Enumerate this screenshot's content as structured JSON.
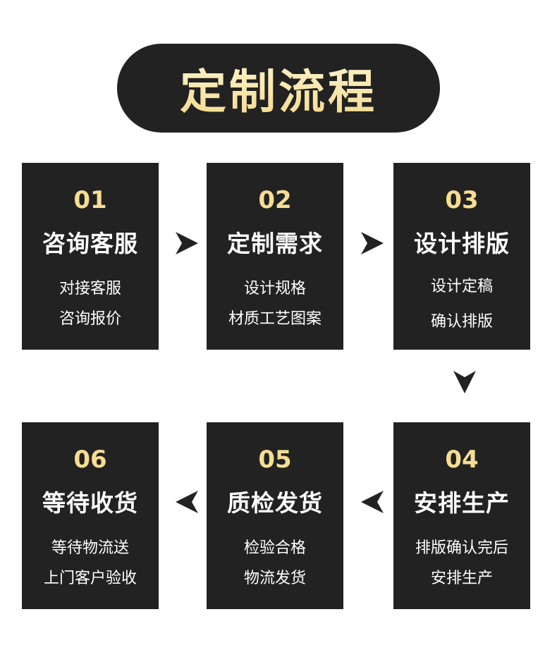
{
  "title": "定制流程",
  "steps": [
    {
      "num": "01",
      "name": "咨询客服",
      "line1": "对接客服",
      "line2": "咨询报价"
    },
    {
      "num": "02",
      "name": "定制需求",
      "line1": "设计规格",
      "line2": "材质工艺图案"
    },
    {
      "num": "03",
      "name": "设计排版",
      "line1": "设计定稿",
      "line2": "确认排版"
    },
    {
      "num": "04",
      "name": "安排生产",
      "line1": "排版确认完后",
      "line2": "安排生产"
    },
    {
      "num": "05",
      "name": "质检发货",
      "line1": "检验合格",
      "line2": "物流发货"
    },
    {
      "num": "06",
      "name": "等待收货",
      "line1": "等待物流送",
      "line2": "上门客户验收"
    }
  ],
  "colors": {
    "card": "#222222",
    "number": "#f5dd93",
    "text": "#ffffff",
    "title": "#fbe9ad"
  },
  "arrows": [
    "arrow-right-icon",
    "arrow-right-icon",
    "arrow-down-icon",
    "arrow-left-icon",
    "arrow-left-icon"
  ]
}
